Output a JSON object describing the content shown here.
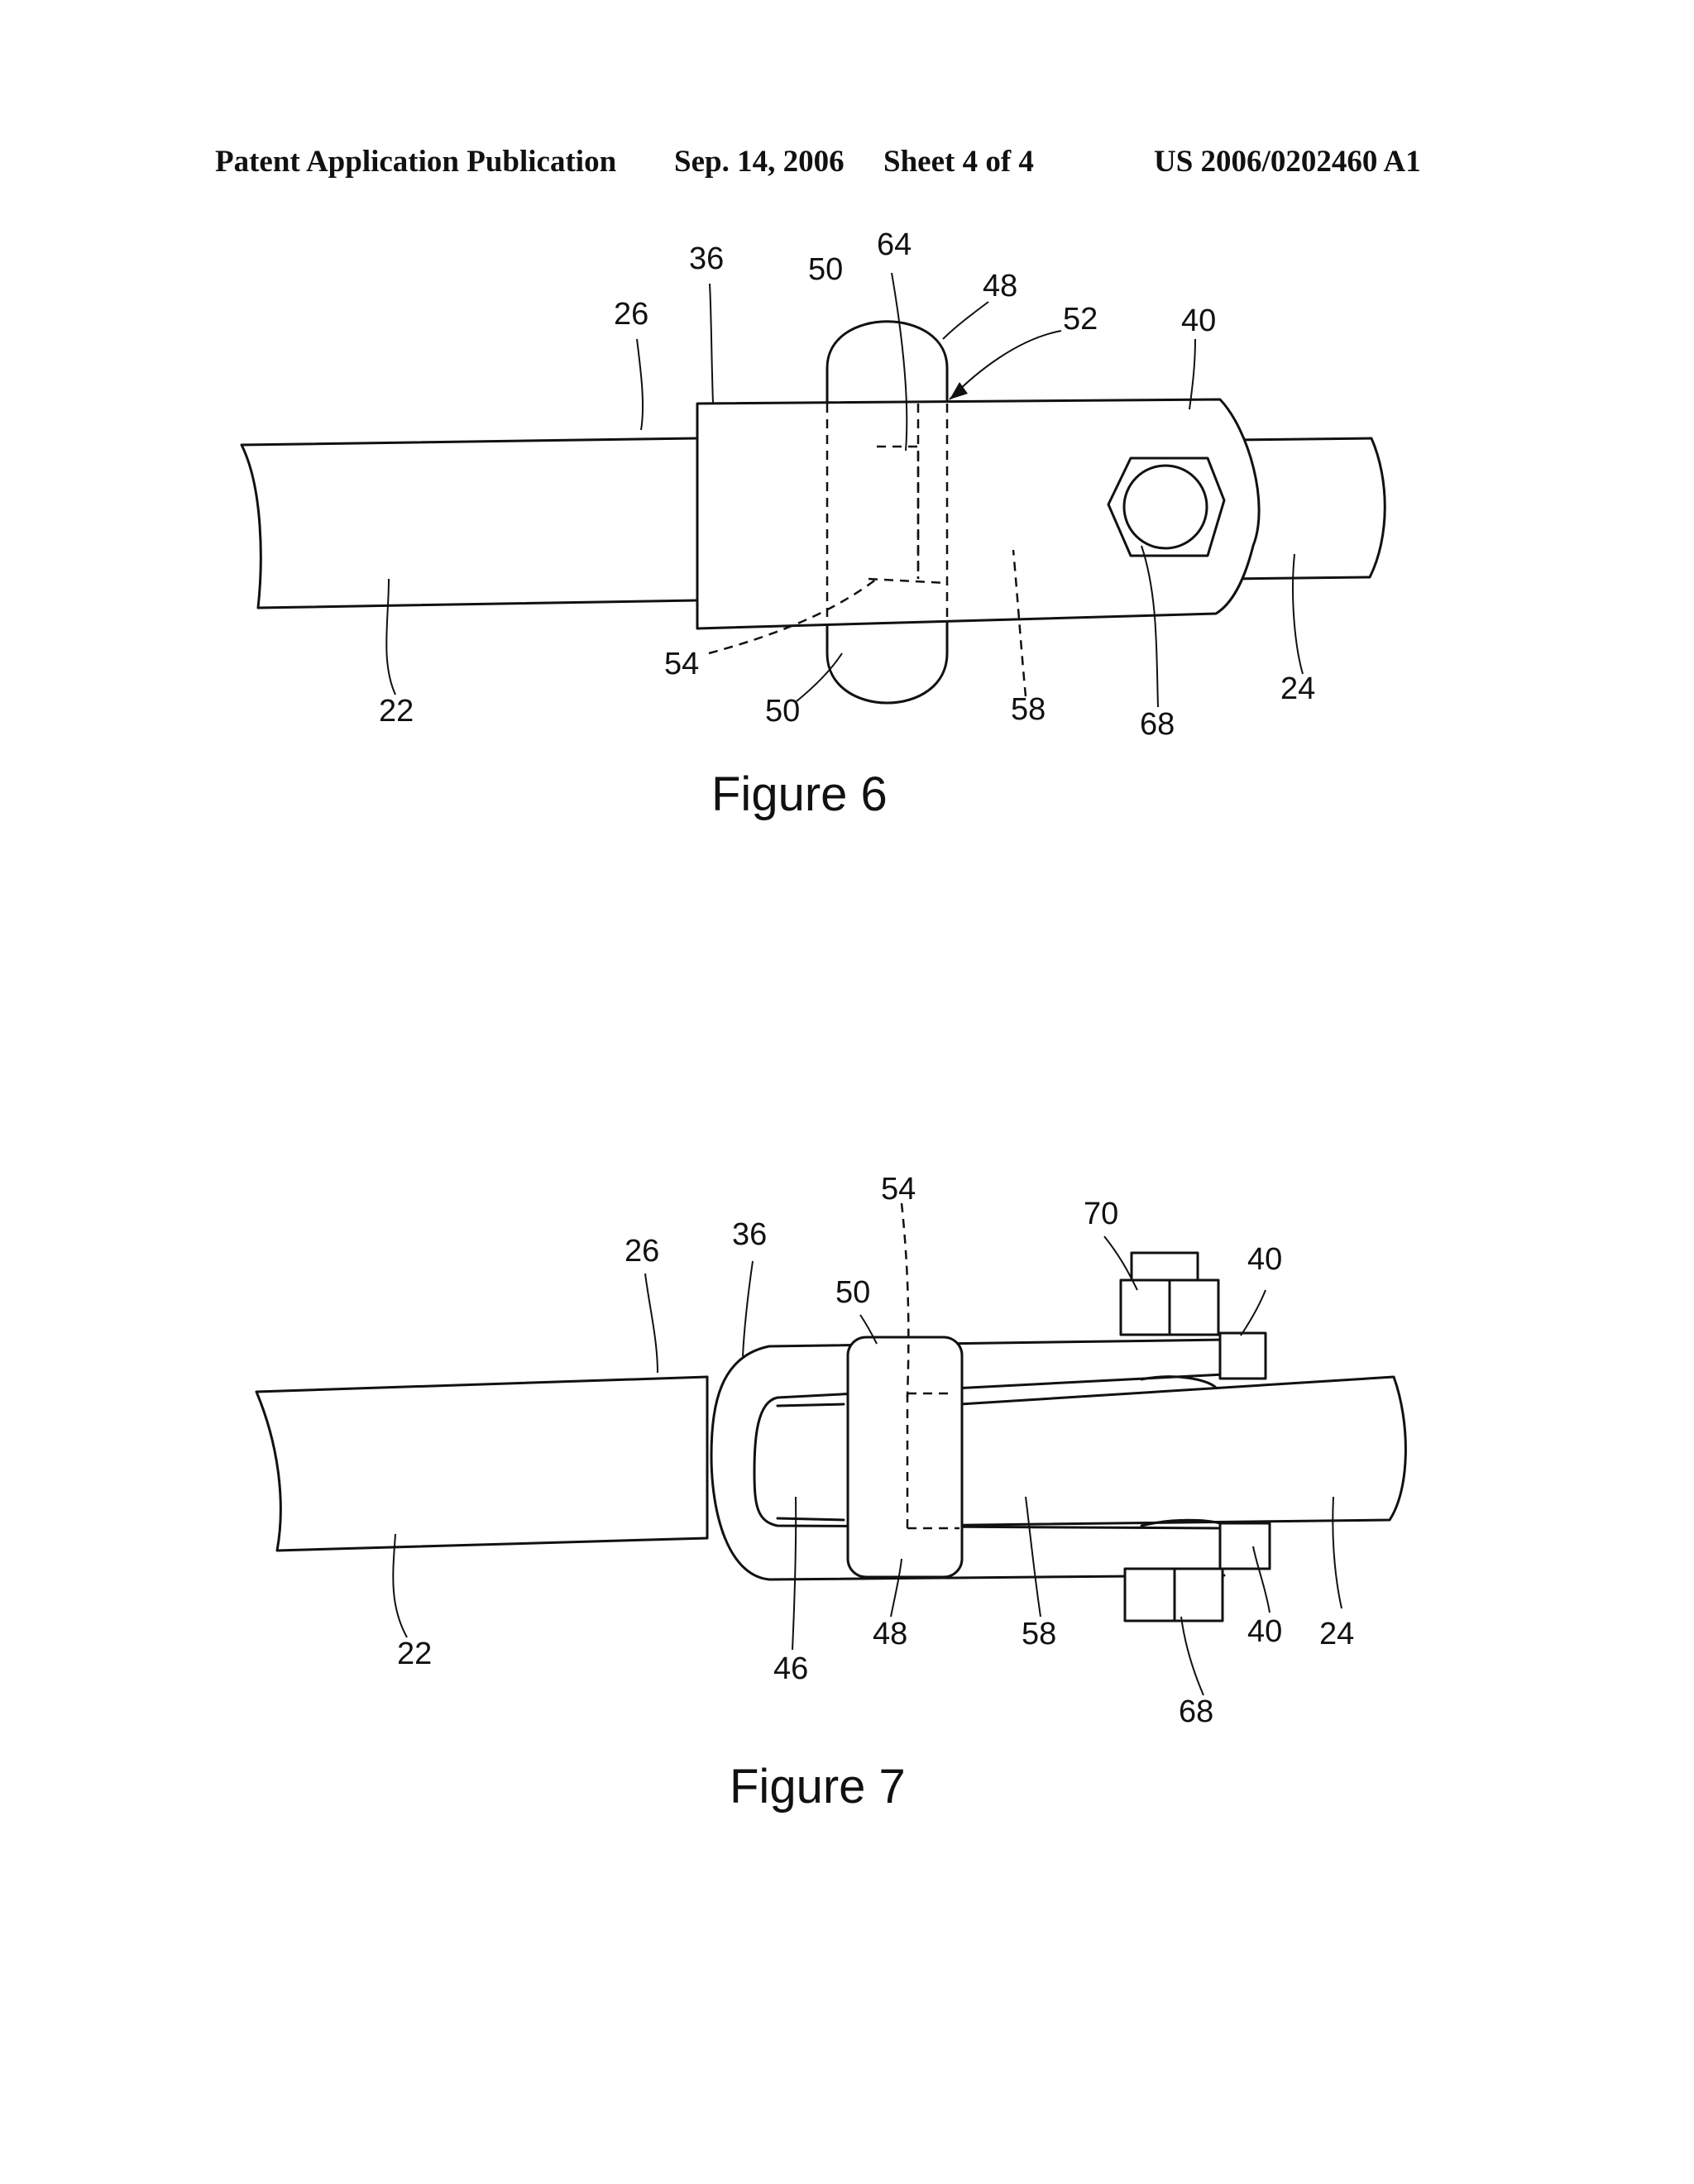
{
  "header": {
    "publication_type": "Patent Application Publication",
    "date": "Sep. 14, 2006",
    "sheet": "Sheet 4 of 4",
    "number": "US 2006/0202460 A1"
  },
  "figure6": {
    "caption": "Figure 6",
    "labels": {
      "l36": "36",
      "l64": "64",
      "l50a": "50",
      "l48": "48",
      "l26": "26",
      "l52": "52",
      "l40": "40",
      "l54": "54",
      "l22": "22",
      "l50b": "50",
      "l58": "58",
      "l68": "68",
      "l24": "24"
    }
  },
  "figure7": {
    "caption": "Figure 7",
    "labels": {
      "l54": "54",
      "l70": "70",
      "l36": "36",
      "l40a": "40",
      "l26": "26",
      "l50": "50",
      "l22": "22",
      "l46": "46",
      "l48": "48",
      "l58": "58",
      "l40b": "40",
      "l24": "24",
      "l68": "68"
    }
  }
}
